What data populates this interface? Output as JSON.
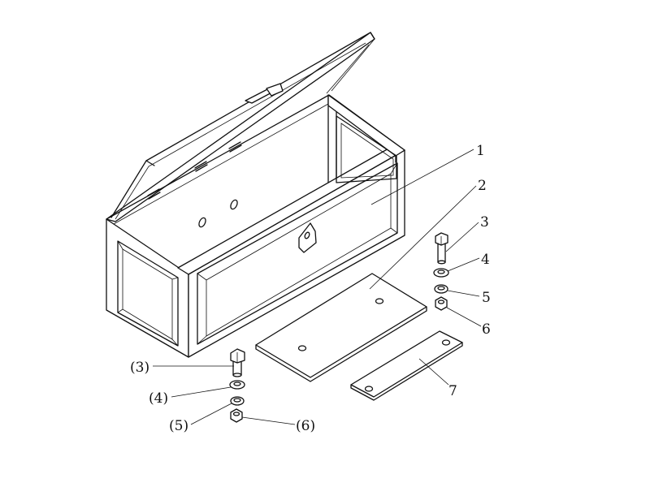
{
  "callouts": {
    "c1": "1",
    "c2": "2",
    "c3": "3",
    "c4": "4",
    "c5": "5",
    "c6": "6",
    "c7": "7",
    "c3p": "(3)",
    "c4p": "(4)",
    "c5p": "(5)",
    "c6p": "(6)"
  }
}
